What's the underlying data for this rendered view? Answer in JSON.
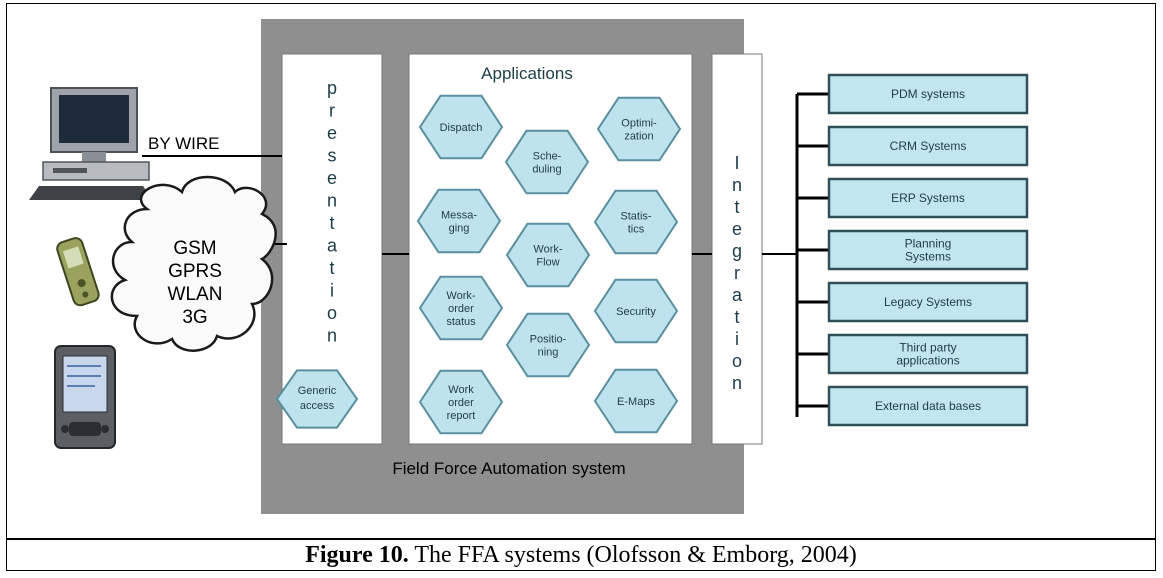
{
  "diagram": {
    "system_label": "Field Force Automation system",
    "presentation_label": "presentation",
    "applications_label": "Applications",
    "integration_label": "Integration",
    "generic_access": [
      "Generic",
      "access"
    ],
    "by_wire_label": "BY WIRE",
    "wireless_labels": [
      "GSM",
      "GPRS",
      "WLAN",
      "3G"
    ],
    "modules": [
      {
        "key": "dispatch",
        "lines": [
          "Dispatch"
        ]
      },
      {
        "key": "optimization",
        "lines": [
          "Optimi-",
          "zation"
        ]
      },
      {
        "key": "scheduling",
        "lines": [
          "Sche-",
          "duling"
        ]
      },
      {
        "key": "messaging",
        "lines": [
          "Messa-",
          "ging"
        ]
      },
      {
        "key": "statistics",
        "lines": [
          "Statis-",
          "tics"
        ]
      },
      {
        "key": "workflow",
        "lines": [
          "Work-",
          "Flow"
        ]
      },
      {
        "key": "workorder-status",
        "lines": [
          "Work-",
          "order",
          "status"
        ]
      },
      {
        "key": "security",
        "lines": [
          "Security"
        ]
      },
      {
        "key": "positioning",
        "lines": [
          "Positio-",
          "ning"
        ]
      },
      {
        "key": "workorder-report",
        "lines": [
          "Work",
          "order",
          "report"
        ]
      },
      {
        "key": "emaps",
        "lines": [
          "E-Maps"
        ]
      }
    ],
    "external_systems": [
      {
        "key": "pdm",
        "lines": [
          "PDM systems"
        ]
      },
      {
        "key": "crm",
        "lines": [
          "CRM Systems"
        ]
      },
      {
        "key": "erp",
        "lines": [
          "ERP Systems"
        ]
      },
      {
        "key": "planning",
        "lines": [
          "Planning",
          "Systems"
        ]
      },
      {
        "key": "legacy",
        "lines": [
          "Legacy Systems"
        ]
      },
      {
        "key": "third-party",
        "lines": [
          "Third party",
          "applications"
        ]
      },
      {
        "key": "external-db",
        "lines": [
          "External data bases"
        ]
      }
    ],
    "devices": [
      {
        "key": "desktop-computer",
        "label": "desktop computer"
      },
      {
        "key": "mobile-phone",
        "label": "mobile phone"
      },
      {
        "key": "pda",
        "label": "PDA"
      }
    ]
  },
  "caption": {
    "figure_label": "Figure 10.",
    "text": " The FFA systems (Olofsson & Emborg, 2004)"
  },
  "colors": {
    "gray_frame": "#8f8f8f",
    "hex_fill": "#bfe3ec",
    "hex_stroke": "#5a8fa0",
    "ext_fill": "#c2e6ee",
    "ext_stroke": "#2f4f59",
    "text_blue": "#1c3d48",
    "cloud_fill": "#fafafa"
  }
}
